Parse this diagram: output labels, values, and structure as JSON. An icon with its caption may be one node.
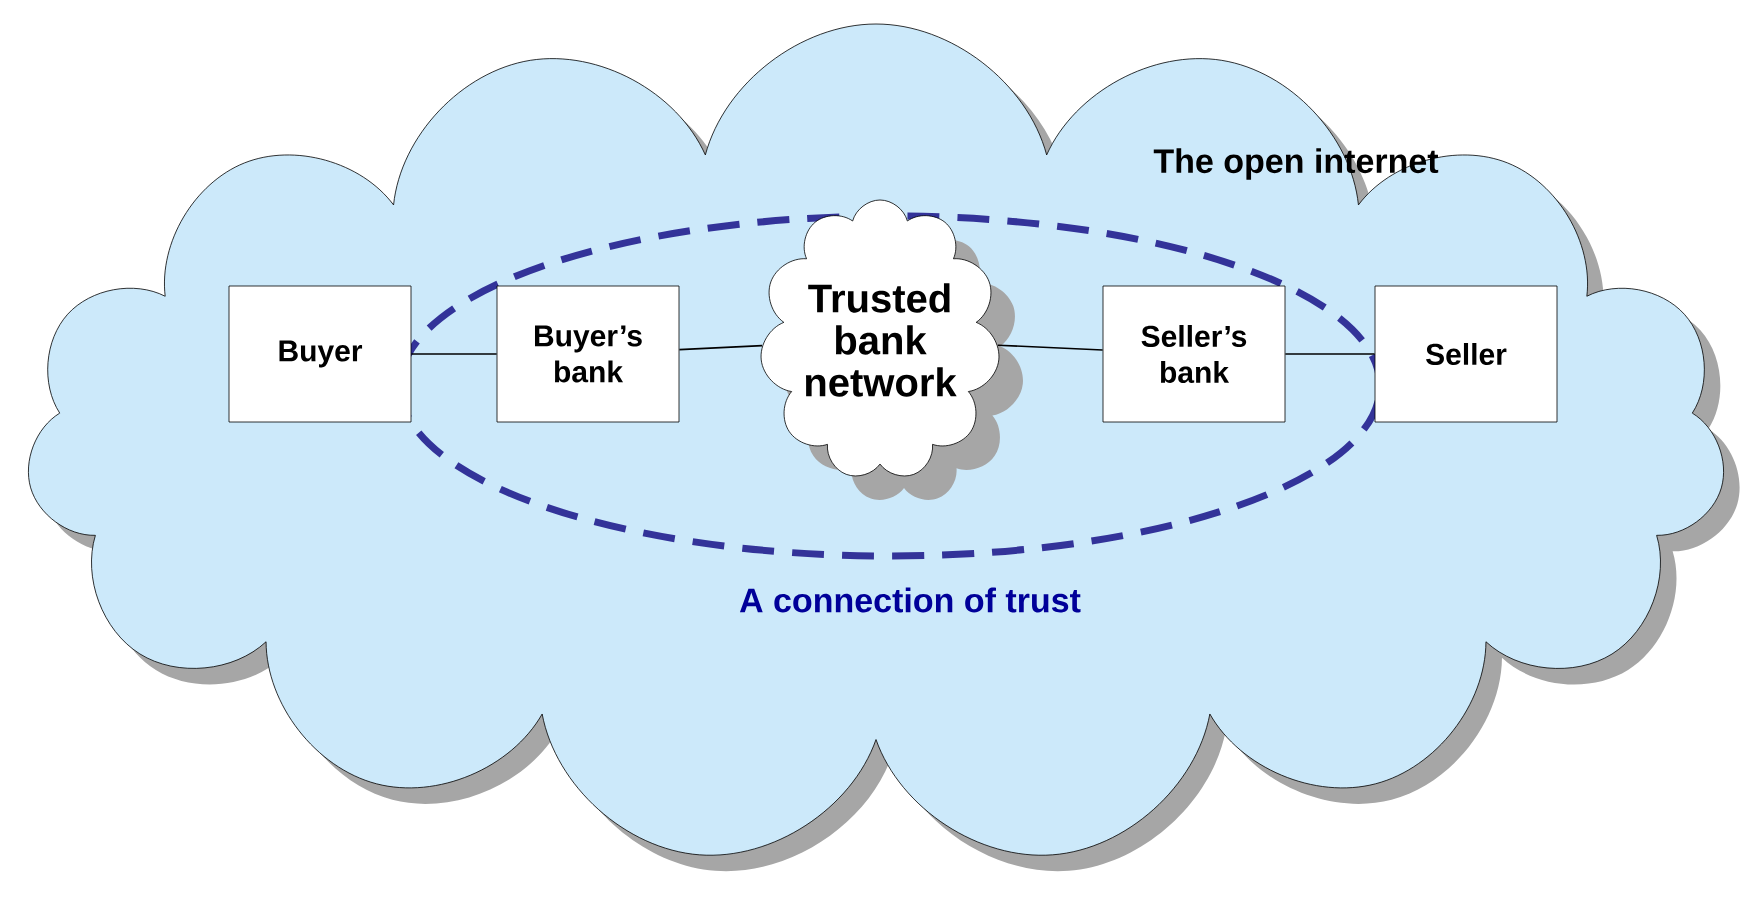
{
  "diagram": {
    "nodes": [
      {
        "text": [
          "The open internet"
        ]
      },
      {
        "text": [
          "A connection of trust"
        ],
        "in": 0
      },
      {
        "text": [
          "Buyer"
        ],
        "in": 0
      },
      {
        "text": [
          "Buyer’s bank"
        ],
        "in": 1
      },
      {
        "text": [
          "Trusted bank network"
        ],
        "in": 1
      },
      {
        "text": [
          "Seller’s bank"
        ],
        "in": 1
      },
      {
        "text": [
          "Seller"
        ],
        "in": 0
      }
    ],
    "edges": [
      {
        "from": 2,
        "to": 3,
        "arrow": "none"
      },
      {
        "from": 3,
        "to": 4,
        "arrow": "none"
      },
      {
        "from": 4,
        "to": 5,
        "arrow": "none"
      },
      {
        "from": 5,
        "to": 6,
        "arrow": "none"
      }
    ]
  }
}
